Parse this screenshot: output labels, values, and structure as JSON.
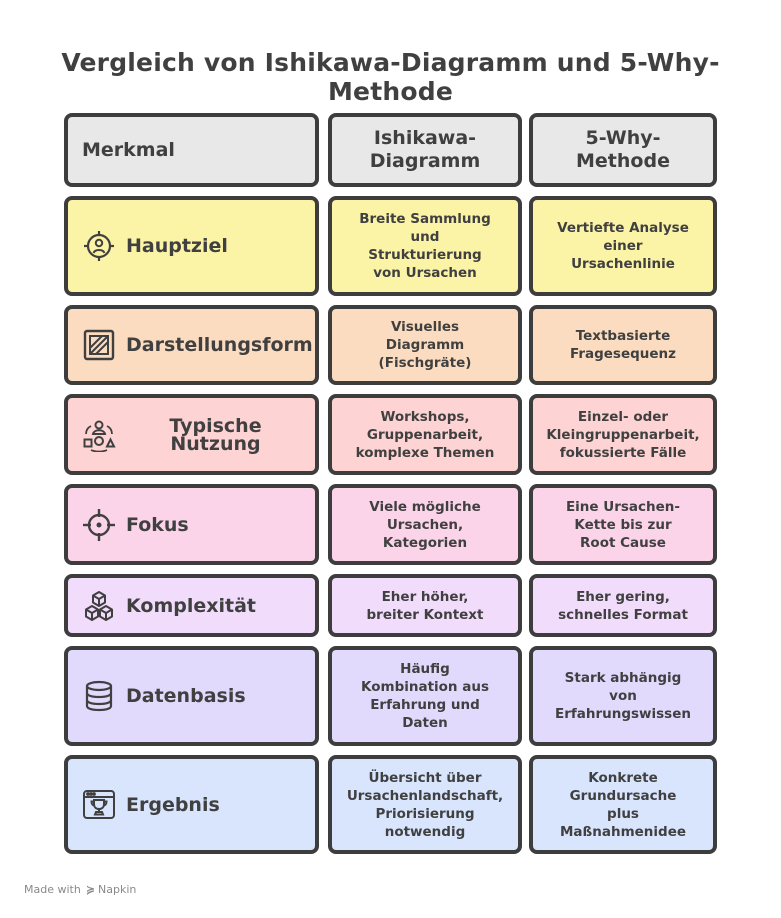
{
  "title": "Vergleich von Ishikawa-Diagramm und 5-Why-Methode",
  "headers": {
    "feature": "Merkmal",
    "ishikawa": "Ishikawa-\nDiagramm",
    "why": "5-Why-\nMethode"
  },
  "rows": [
    {
      "label": "Hauptziel",
      "icon": "target-person-icon",
      "color": "#fbf3a6",
      "ishikawa": "Breite Sammlung\nund\nStrukturierung\nvon Ursachen",
      "why": "Vertiefte Analyse\neiner\nUrsachenlinie"
    },
    {
      "label": "Darstellungsform",
      "icon": "frame-icon",
      "color": "#fcdcc0",
      "ishikawa": "Visuelles\nDiagramm\n(Fischgräte)",
      "why": "Textbasierte\nFragesequenz"
    },
    {
      "label": "Typische Nutzung",
      "icon": "group-icon",
      "color": "#fdd3d4",
      "ishikawa": "Workshops,\nGruppenarbeit,\nkomplexe Themen",
      "why": "Einzel- oder\nKleingruppenarbeit,\nfokussierte Fälle"
    },
    {
      "label": "Fokus",
      "icon": "crosshair-icon",
      "color": "#fcd4ea",
      "ishikawa": "Viele mögliche\nUrsachen,\nKategorien",
      "why": "Eine Ursachen-\nKette bis zur\nRoot Cause"
    },
    {
      "label": "Komplexität",
      "icon": "cubes-icon",
      "color": "#f2dcfb",
      "ishikawa": "Eher höher,\nbreiter Kontext",
      "why": "Eher gering,\nschnelles Format"
    },
    {
      "label": "Datenbasis",
      "icon": "database-icon",
      "color": "#e1dafd",
      "ishikawa": "Häufig\nKombination aus\nErfahrung und\nDaten",
      "why": "Stark abhängig\nvon\nErfahrungswissen"
    },
    {
      "label": "Ergebnis",
      "icon": "trophy-window-icon",
      "color": "#d8e5fd",
      "ishikawa": "Übersicht über\nUrsachenlandschaft,\nPriorisierung\nnotwendig",
      "why": "Konkrete\nGrundursache\nplus\nMaßnahmenidee"
    }
  ],
  "colors": {
    "header": "#e8e8e8",
    "border": "#3d3d3d"
  },
  "footer": {
    "made_with": "Made with",
    "brand": "Napkin"
  }
}
